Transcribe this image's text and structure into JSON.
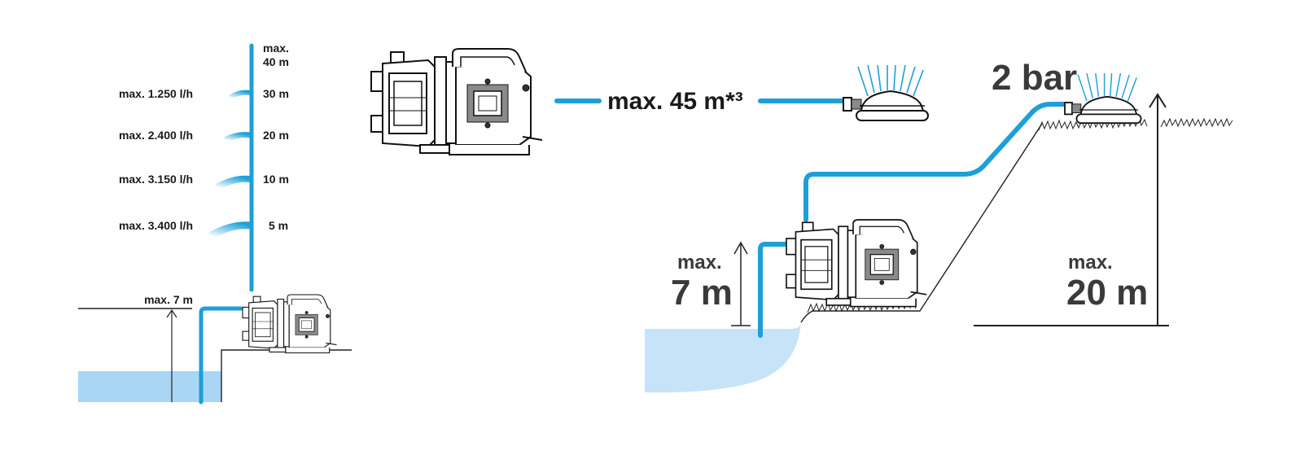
{
  "left_panel": {
    "height_top": "max.",
    "height_top_value": "40 m",
    "levels": [
      {
        "flow": "max. 1.250 l/h",
        "height": "30 m"
      },
      {
        "flow": "max. 2.400 l/h",
        "height": "20 m"
      },
      {
        "flow": "max. 3.150 l/h",
        "height": "10 m"
      },
      {
        "flow": "max. 3.400 l/h",
        "height": "5 m"
      }
    ],
    "suction_label": "max. 7 m"
  },
  "middle_panel": {
    "distance_label": "max. 45 m*³"
  },
  "right_panel": {
    "pressure_label": "2 bar",
    "suction_label_top": "max.",
    "suction_label_value": "7 m",
    "lift_label_top": "max.",
    "lift_label_value": "20 m"
  },
  "colors": {
    "hose": "#1d9fd8",
    "water": "#a9d6f5",
    "text": "#1a1a1a"
  }
}
